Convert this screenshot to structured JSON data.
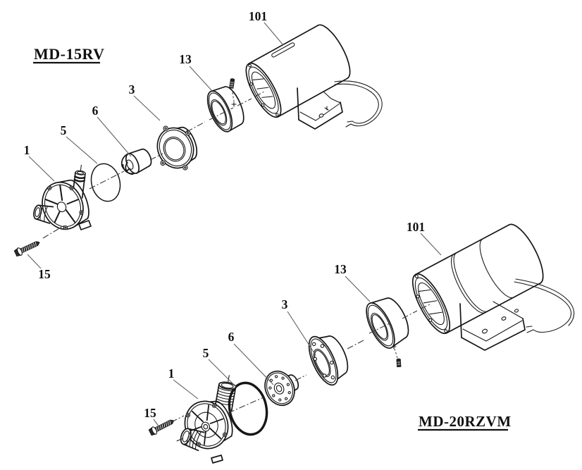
{
  "page": {
    "background": "#ffffff",
    "ink": "#161616",
    "leader_color": "#5f5f5f"
  },
  "diagram_top": {
    "model": "MD-15RV",
    "callouts": {
      "motor": "101",
      "magnet_cup": "13",
      "casing": "3",
      "impeller": "6",
      "gasket": "5",
      "pump_head": "1",
      "screw": "15"
    }
  },
  "diagram_bottom": {
    "model": "MD-20RZVM",
    "callouts": {
      "motor": "101",
      "magnet_cup": "13",
      "casing": "3",
      "impeller": "6",
      "o_ring": "5",
      "pump_head": "1",
      "screw": "15"
    }
  }
}
